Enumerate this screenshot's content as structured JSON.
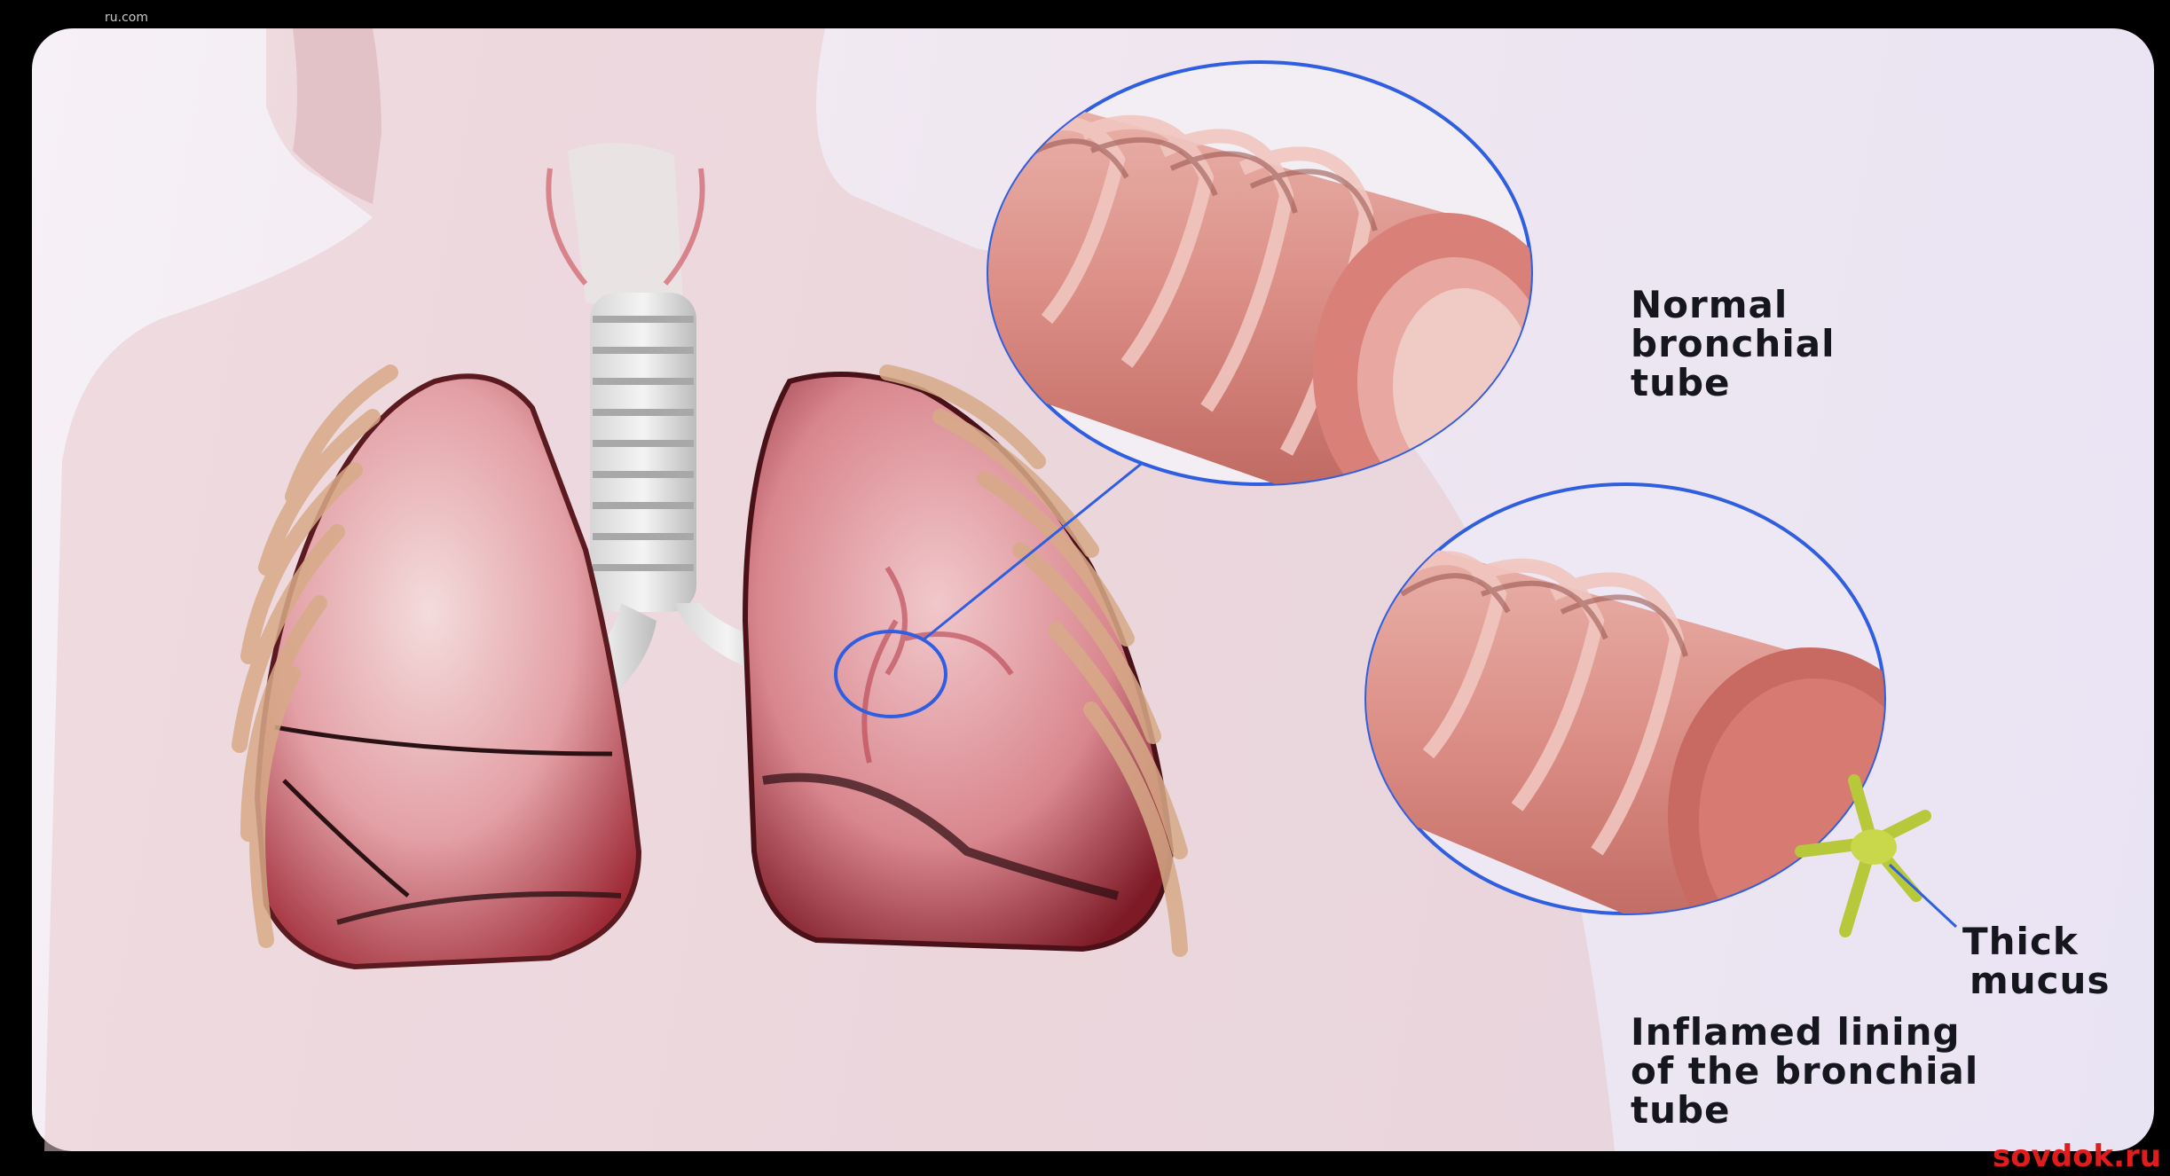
{
  "labels": {
    "normal": [
      "Normal",
      "bronchial",
      "tube"
    ],
    "mucus": [
      "Thick",
      "mucus"
    ],
    "inflamed": [
      "Inflamed lining",
      "of the bronchial",
      "tube"
    ]
  },
  "watermark": "sovdok.ru",
  "watermark_top": "ru.com",
  "colors": {
    "callout_circle": "#2f5fe0",
    "tissue": "#d98078",
    "lung": "#c74a55",
    "mucus": "#b7c83a",
    "watermark": "#e11c1c"
  }
}
